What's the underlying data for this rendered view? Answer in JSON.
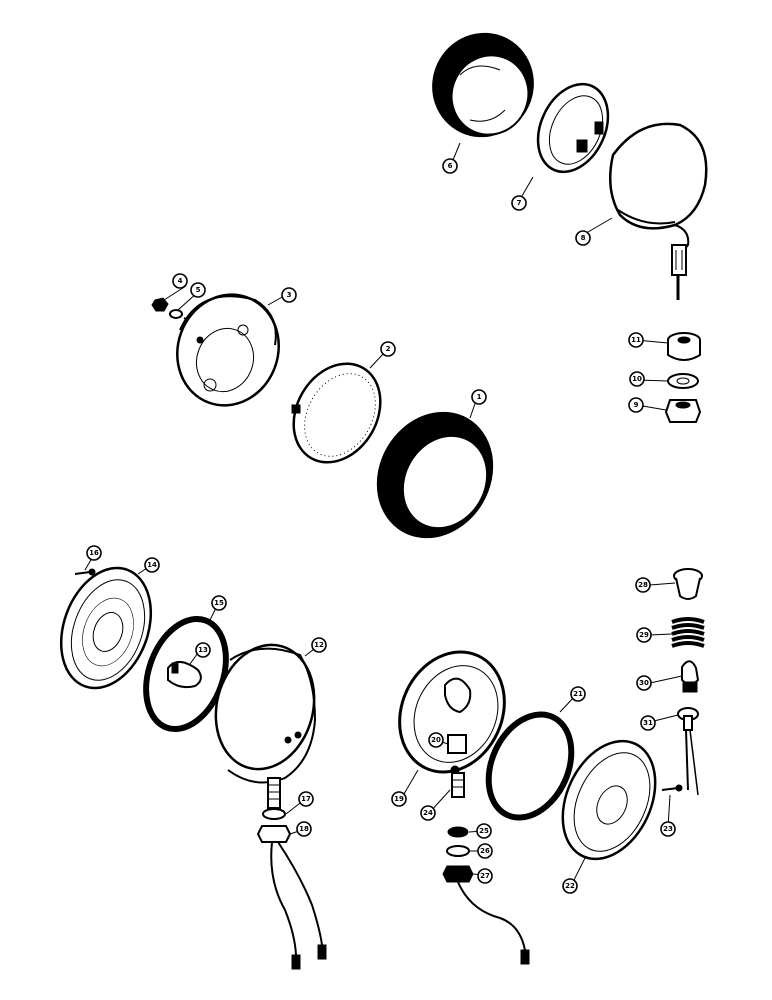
{
  "diagram": {
    "callouts": [
      {
        "id": "c6",
        "label": "6"
      },
      {
        "id": "c7",
        "label": "7"
      },
      {
        "id": "c8",
        "label": "8"
      },
      {
        "id": "c4",
        "label": "4"
      },
      {
        "id": "c5",
        "label": "5"
      },
      {
        "id": "c3",
        "label": "3"
      },
      {
        "id": "c2",
        "label": "2"
      },
      {
        "id": "c1",
        "label": "1"
      },
      {
        "id": "c11",
        "label": "11"
      },
      {
        "id": "c10",
        "label": "10"
      },
      {
        "id": "c9",
        "label": "9"
      },
      {
        "id": "c16",
        "label": "16"
      },
      {
        "id": "c14",
        "label": "14"
      },
      {
        "id": "c15",
        "label": "15"
      },
      {
        "id": "c13",
        "label": "13"
      },
      {
        "id": "c12",
        "label": "12"
      },
      {
        "id": "c17",
        "label": "17"
      },
      {
        "id": "c18",
        "label": "18"
      },
      {
        "id": "c28",
        "label": "28"
      },
      {
        "id": "c29",
        "label": "29"
      },
      {
        "id": "c30",
        "label": "30"
      },
      {
        "id": "c31",
        "label": "31"
      },
      {
        "id": "c21",
        "label": "21"
      },
      {
        "id": "c20",
        "label": "20"
      },
      {
        "id": "c19",
        "label": "19"
      },
      {
        "id": "c24",
        "label": "24"
      },
      {
        "id": "c25",
        "label": "25"
      },
      {
        "id": "c26",
        "label": "26"
      },
      {
        "id": "c27",
        "label": "27"
      },
      {
        "id": "c22",
        "label": "22"
      },
      {
        "id": "c23",
        "label": "23"
      }
    ]
  }
}
